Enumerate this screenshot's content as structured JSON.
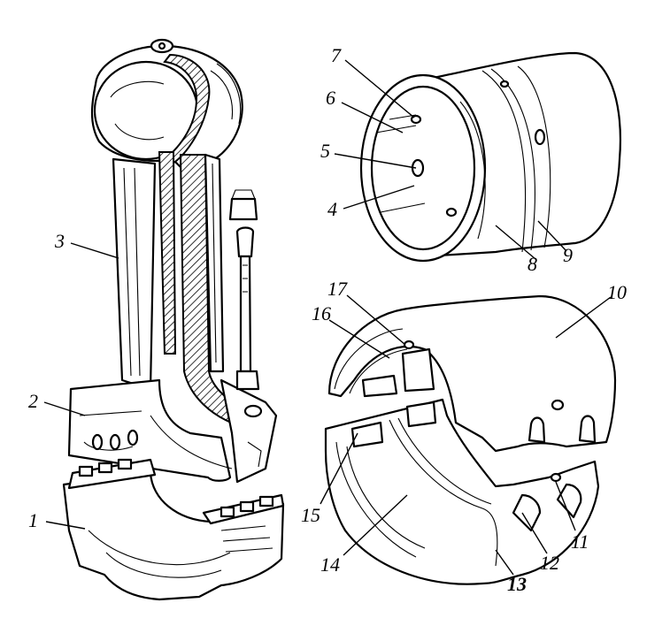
{
  "figure": {
    "callouts": [
      "1",
      "2",
      "3",
      "4",
      "5",
      "6",
      "7",
      "8",
      "9",
      "10",
      "11",
      "12",
      "13",
      "14",
      "15",
      "16",
      "17"
    ]
  },
  "colors": {
    "ink": "#000000",
    "paper": "#ffffff"
  }
}
